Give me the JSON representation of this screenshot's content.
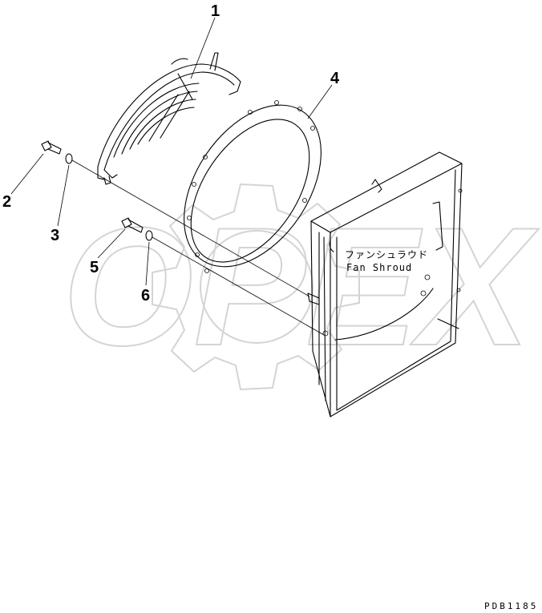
{
  "callouts": [
    "1",
    "2",
    "3",
    "4",
    "5",
    "6"
  ],
  "labels": {
    "part_jp": "ファンシュラウド",
    "part_en": "Fan Shroud"
  },
  "watermark": "OPEX",
  "drawing_code": "PDB1185"
}
